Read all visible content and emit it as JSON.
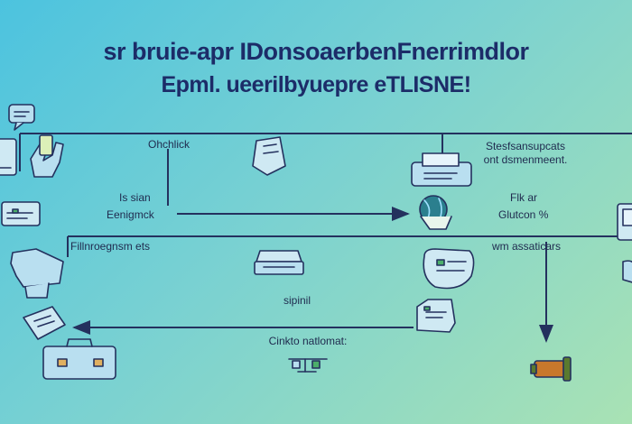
{
  "title": {
    "line1": "sr bruie-apr IDonsoaerbenFnerrimdlor",
    "line2": "Epml. ueerilbyuepre eTLISNE!"
  },
  "labels": {
    "top_left": "Ohchlick",
    "top_right_1": "Stesfsansupcats",
    "top_right_2": "ont  dsmenmeent.",
    "mid_left_1": "Is sian",
    "mid_left_2": "Eenigmck",
    "mid_right_1": "Flk ar",
    "mid_right_2": "Glutcon %",
    "band_left": "Fillnroegnsm ets",
    "band_right": "wm assaticars",
    "center_small": "sipinil",
    "bottom_center": "Cinkto natlomat:"
  },
  "colors": {
    "line": "#24315e",
    "icon_fill": "#b9dff0",
    "icon_fill_alt": "#cfe9f3",
    "accent_green": "#5a7a2e",
    "accent_orange": "#c8782c",
    "accent_teal": "#2b7f8e"
  },
  "icons": [
    "speech-bubble-icon",
    "phone-icon",
    "hand-icon",
    "tablet-icon",
    "car-seat-icon",
    "document-icon",
    "briefcase-icon",
    "bag-icon",
    "printer-icon",
    "globe-icon",
    "laptop-icon",
    "chat-card-icon",
    "cash-register-icon",
    "scale-icon",
    "monitor-icon",
    "battery-icon"
  ]
}
